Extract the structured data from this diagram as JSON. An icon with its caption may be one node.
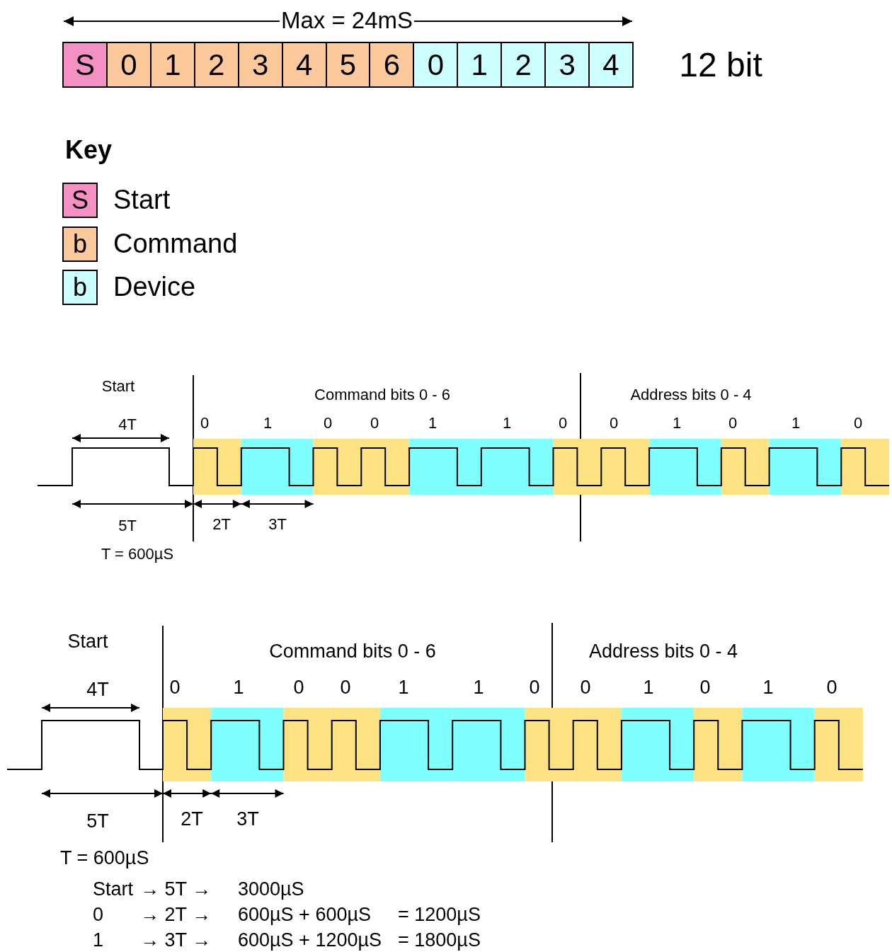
{
  "diagram": {
    "nodes": [
      {
        "text": [
          "S"
        ]
      },
      {
        "text": [
          "0"
        ]
      },
      {
        "text": [
          "1"
        ]
      },
      {
        "text": [
          "2"
        ]
      },
      {
        "text": [
          "3"
        ]
      },
      {
        "text": [
          "4"
        ]
      },
      {
        "text": [
          "5"
        ]
      },
      {
        "text": [
          "6"
        ]
      },
      {
        "text": [
          "0"
        ]
      },
      {
        "text": [
          "1"
        ]
      },
      {
        "text": [
          "2"
        ]
      },
      {
        "text": [
          "3"
        ]
      },
      {
        "text": [
          "4"
        ]
      },
      {
        "text": [
          "S"
        ],
        "beside": [
          "Start"
        ]
      },
      {
        "text": [
          "b"
        ],
        "beside": [
          "Command"
        ]
      },
      {
        "text": [
          "b"
        ],
        "beside": [
          "Device"
        ]
      }
    ],
    "labels": [
      "Max = 24mS",
      "12 bit",
      "Key",
      "Start",
      "Command bits 0 - 6",
      "Address bits 0 - 4",
      "4T",
      "0",
      "1",
      "0",
      "0",
      "1",
      "1",
      "0",
      "0",
      "1",
      "0",
      "1",
      "0",
      "5T",
      "2T",
      "3T",
      "T = 600µS",
      "Start",
      "Command bits 0 - 6",
      "Address bits 0 - 4",
      "4T",
      "0",
      "1",
      "0",
      "0",
      "1",
      "1",
      "0",
      "0",
      "1",
      "0",
      "1",
      "0",
      "5T",
      "2T",
      "3T",
      "T = 600µS",
      "Start",
      "→ 5T →",
      "3000µS",
      "0",
      "→ 2T →",
      "600µS + 600µS",
      "= 1200µS",
      "1",
      "→ 3T →",
      "600µS + 1200µS",
      "= 1800µS"
    ]
  }
}
